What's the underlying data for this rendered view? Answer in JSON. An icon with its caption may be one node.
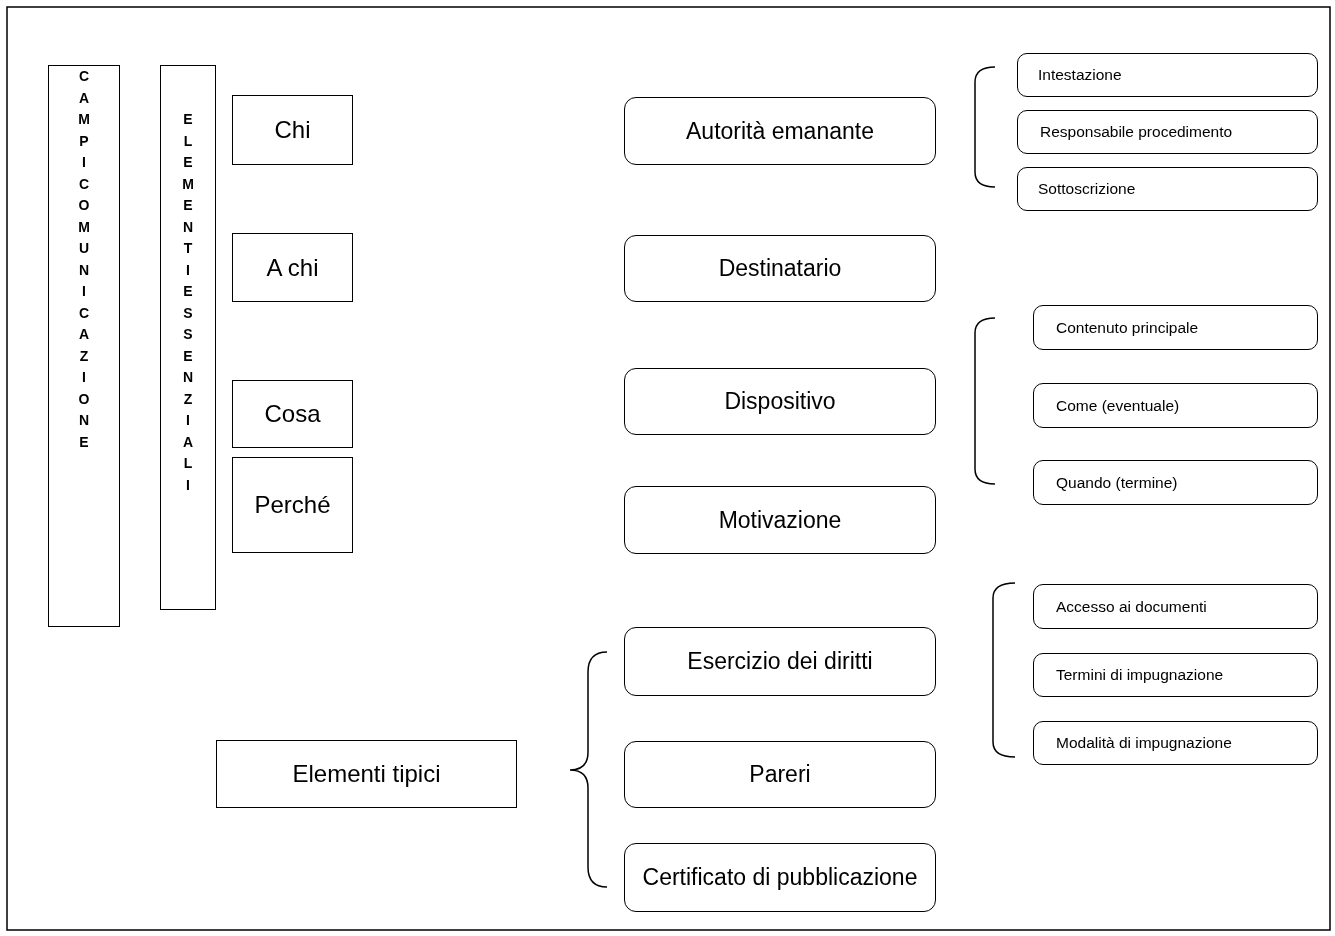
{
  "diagram": {
    "nodes": [
      {
        "text": [
          "CAMPI COMUNICAZIONE"
        ]
      },
      {
        "text": [
          "ELEMENTIESSENZIALI"
        ]
      },
      {
        "text": [
          "Chi"
        ]
      },
      {
        "text": [
          "A chi"
        ]
      },
      {
        "text": [
          "Cosa"
        ]
      },
      {
        "text": [
          "Perché"
        ]
      },
      {
        "text": [
          "Autorità emanante"
        ]
      },
      {
        "text": [
          "Destinatario"
        ]
      },
      {
        "text": [
          "Dispositivo"
        ]
      },
      {
        "text": [
          "Motivazione"
        ]
      },
      {
        "text": [
          "Intestazione"
        ]
      },
      {
        "text": [
          "Responsabile procedimento"
        ]
      },
      {
        "text": [
          "Sottoscrizione"
        ]
      },
      {
        "text": [
          "Contenuto principale"
        ]
      },
      {
        "text": [
          "Come (eventuale)"
        ]
      },
      {
        "text": [
          "Quando (termine)"
        ]
      },
      {
        "text": [
          "Accesso ai documenti"
        ]
      },
      {
        "text": [
          "Termini di impugnazione"
        ]
      },
      {
        "text": [
          "Modalità di impugnazione"
        ]
      },
      {
        "text": [
          "Elementi tipici"
        ]
      },
      {
        "text": [
          "Esercizio dei diritti"
        ]
      },
      {
        "text": [
          "Pareri"
        ]
      },
      {
        "text": [
          "Certificato di pubblicazione"
        ]
      }
    ]
  }
}
